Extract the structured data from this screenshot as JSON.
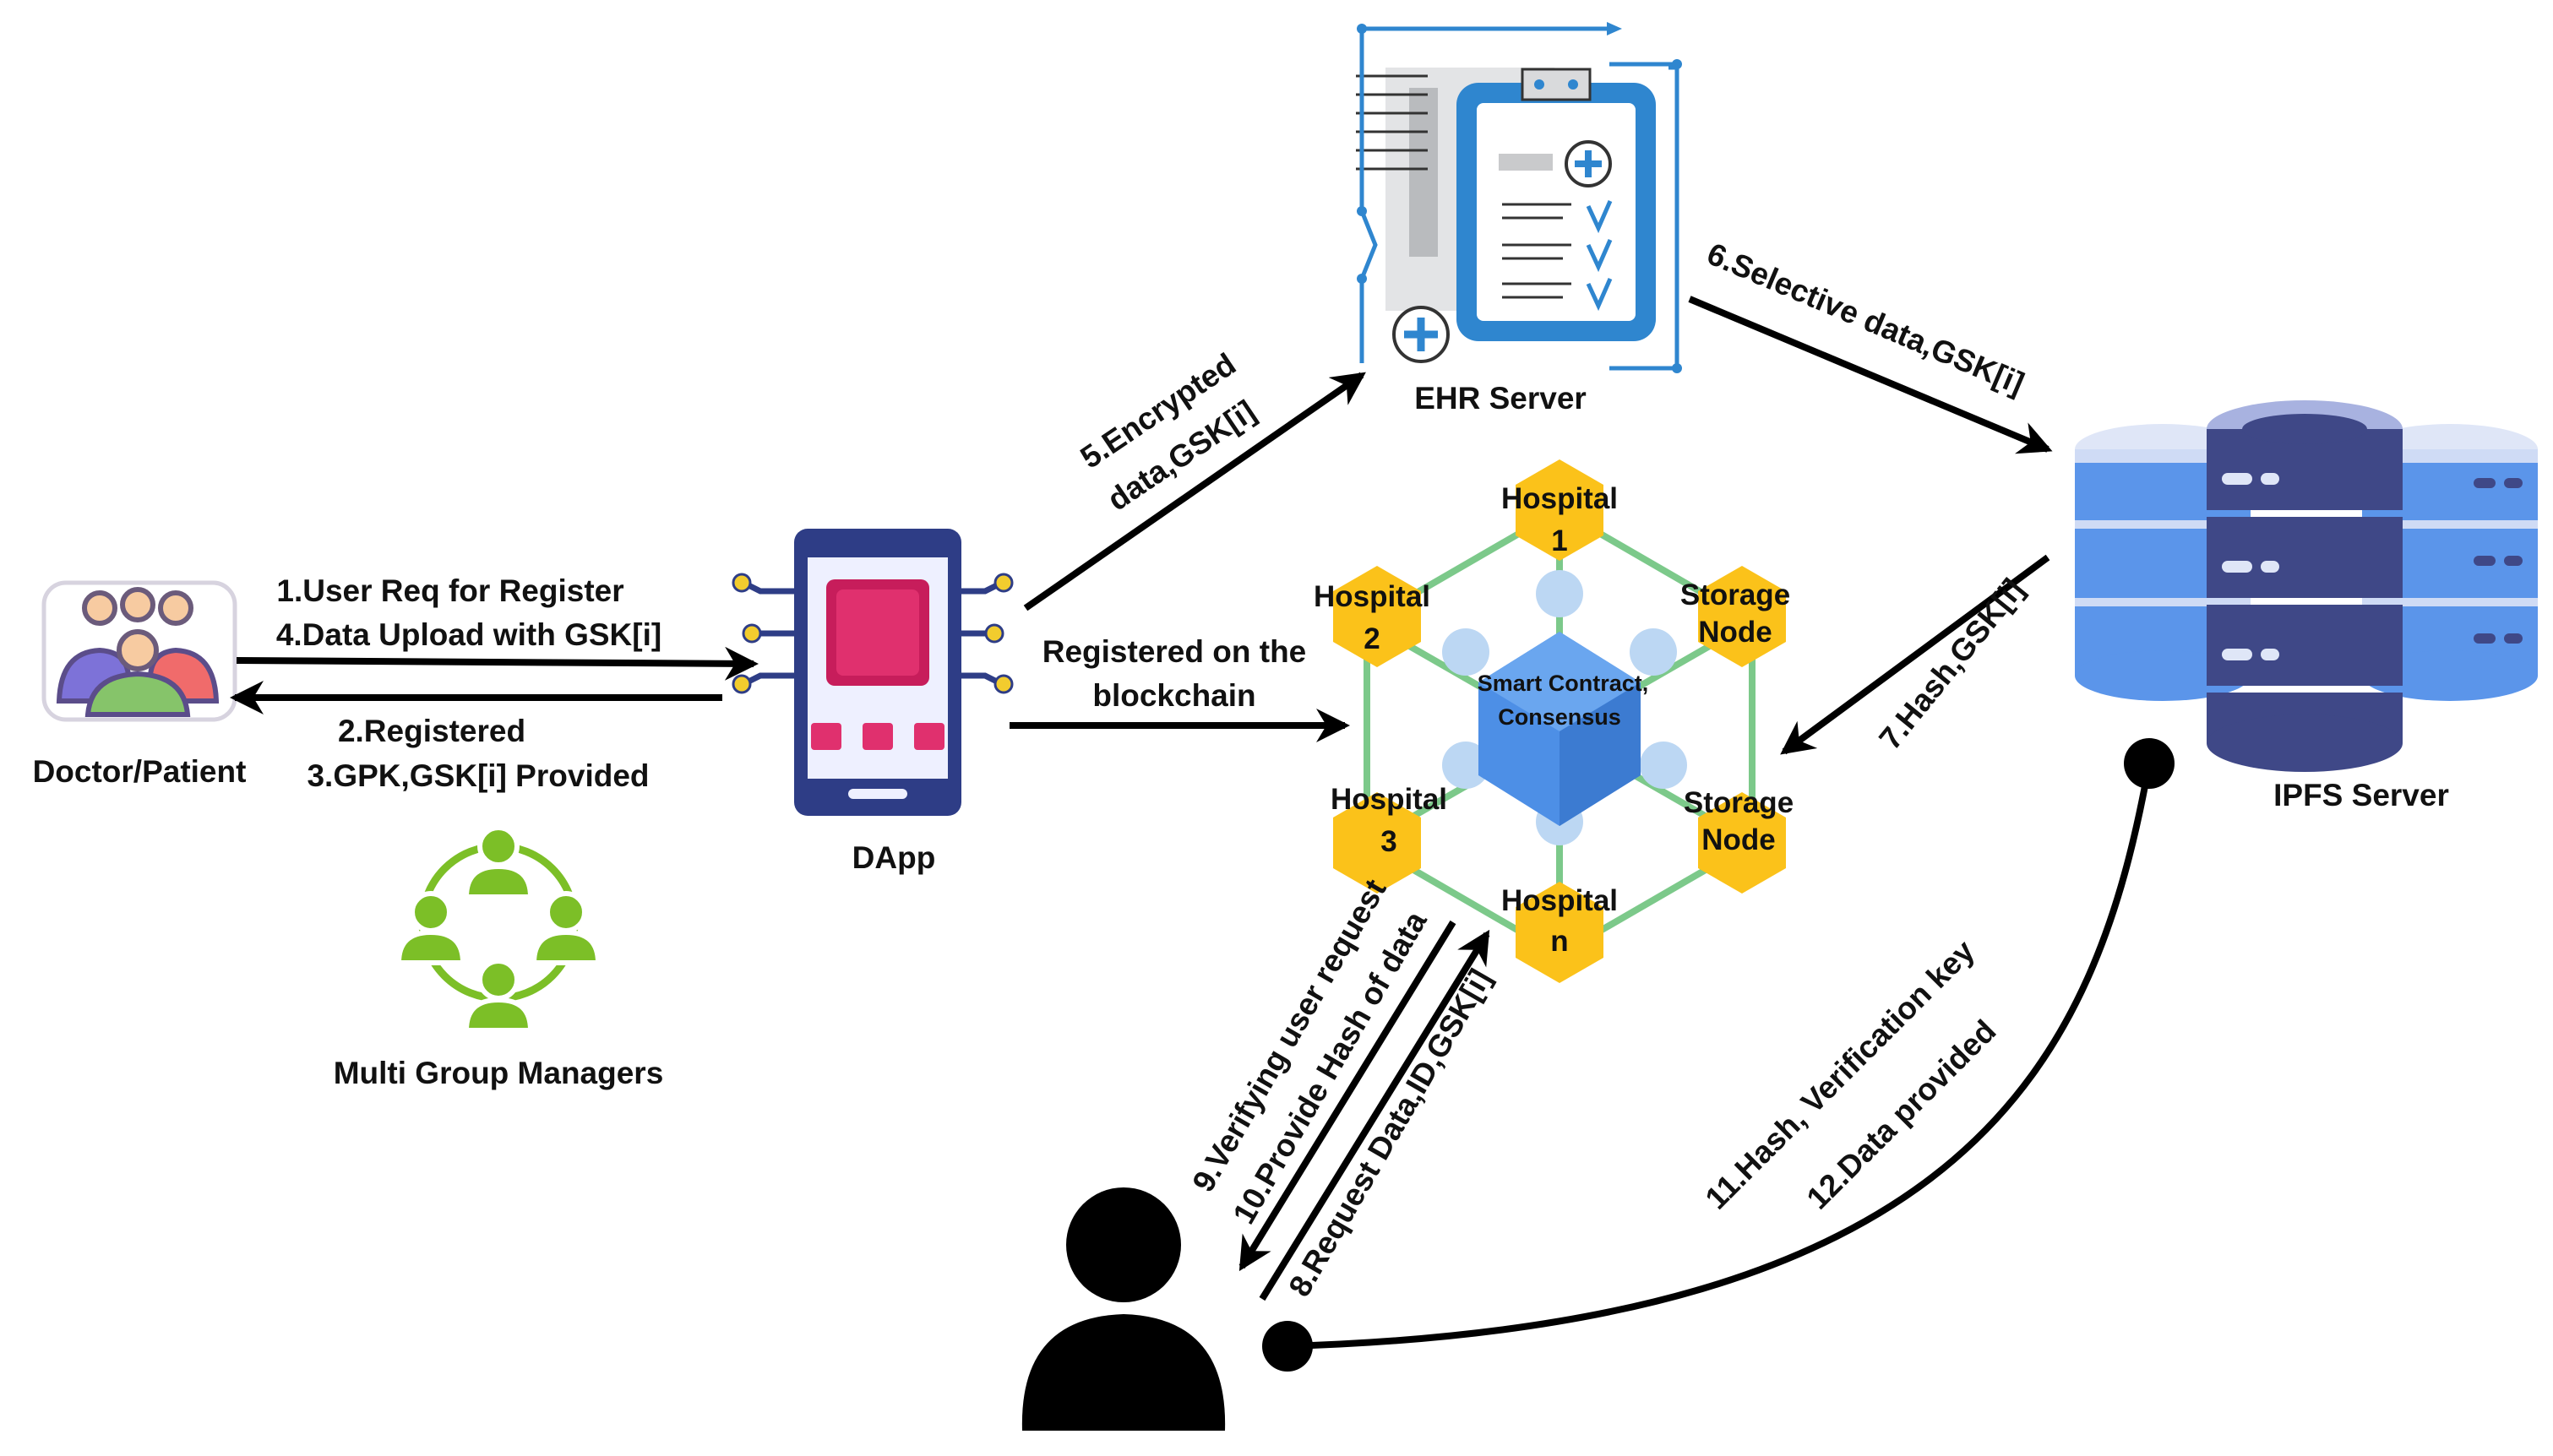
{
  "actors": {
    "doctor_patient": "Doctor/Patient",
    "dapp": "DApp",
    "ehr_server": "EHR Server",
    "ipfs_server": "IPFS Server",
    "multi_group_managers": "Multi Group Managers"
  },
  "flows": {
    "step1": "1.User Req for Register",
    "step4": "4.Data Upload with GSK[i]",
    "step2": "2.Registered",
    "step3": "3.GPK,GSK[i] Provided",
    "step5_line1": "5.Encrypted",
    "step5_line2": "data,GSK[i]",
    "registered_line1": "Registered on the",
    "registered_line2": "blockchain",
    "step6": "6.Selective data,GSK[i]",
    "step7": "7.Hash,GSK[i]",
    "step9": "9.Verifying user request",
    "step10": "10.Provide Hash of data",
    "step8": "8.Request Data,ID,GSK[i]",
    "step11": "11.Hash, Verification key",
    "step12": "12.Data provided"
  },
  "blockchain": {
    "center_line1": "Smart Contract,",
    "center_line2": "Consensus",
    "nodes": [
      {
        "line1": "Hospital",
        "line2": "1"
      },
      {
        "line1": "Storage",
        "line2": "Node"
      },
      {
        "line1": "Storage",
        "line2": "Node"
      },
      {
        "line1": "Hospital",
        "line2": "n"
      },
      {
        "line1": "Hospital",
        "line2": "3"
      },
      {
        "line1": "Hospital",
        "line2": "2"
      }
    ]
  },
  "colors": {
    "hex_node": "#fbc21a",
    "network_edge": "#7cc98a",
    "connector_dot": "#bcd7f3",
    "center_cube": "#4d8fe6",
    "phone_frame": "#2e3d86",
    "phone_chip": "#e0306e",
    "ehr_blue": "#2f86cf",
    "server_dark": "#3f4887",
    "server_light": "#5b95ea",
    "manager_green": "#7cbf27",
    "arrow": "#000000"
  }
}
